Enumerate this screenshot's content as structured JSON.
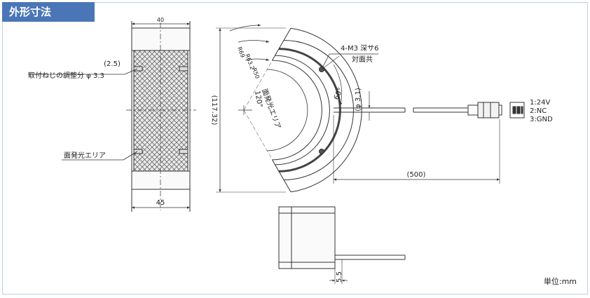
{
  "header": {
    "title": "外形寸法"
  },
  "labels": {
    "width_top": "40",
    "offset": "(2.5)",
    "adjust_screw": "取付ねじの調整分 φ 3.3",
    "emitting_area_left": "面発光エリア",
    "width_bottom": "45",
    "height_total": "(117.32)",
    "r_outer": "R69",
    "r_mid": "R63.2",
    "r_inner": "R50",
    "angle_120": "120°",
    "emitting_area_arc": "面発光エリア",
    "screw_spec_1": "4-M3 深サ6",
    "screw_spec_2": "対面共",
    "angle_60": "60°",
    "cable_dia": "(φ 3.1)",
    "cable_length": "(500)",
    "pin1": "1:24V",
    "pin2": "2:NC",
    "pin3": "3:GND",
    "depth": "5.5",
    "unit": "単位:mm"
  },
  "colors": {
    "header_bg": "#4a76b8",
    "line": "#333333",
    "frame": "#bcd0e8"
  }
}
